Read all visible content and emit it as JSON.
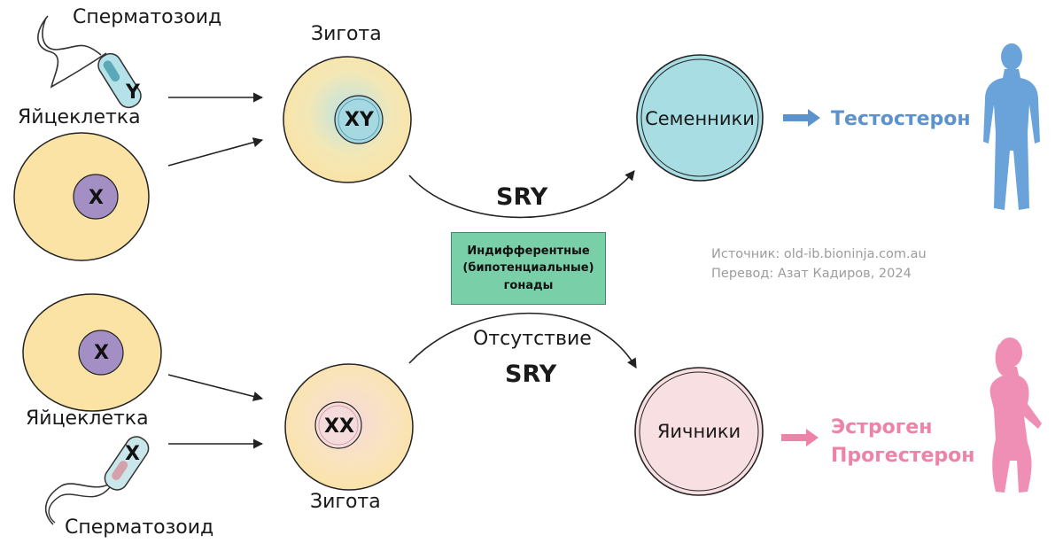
{
  "top": {
    "sperm_label": "Сперматозоид",
    "sperm_chromosome": "Y",
    "egg_label": "Яйцеклетка",
    "egg_chromosome": "X",
    "zygote_label": "Зигота",
    "zygote_chromosomes": "XY",
    "pathway_label": "SRY",
    "gonad_label": "Семенники",
    "hormones": [
      "Тестостерон"
    ]
  },
  "bottom": {
    "egg_label": "Яйцеклетка",
    "egg_chromosome": "X",
    "sperm_label": "Сперматозоид",
    "sperm_chromosome": "X",
    "zygote_label": "Зигота",
    "zygote_chromosomes": "XX",
    "pathway_label_1": "Отсутствие",
    "pathway_label_2": "SRY",
    "gonad_label": "Яичники",
    "hormones": [
      "Эстроген",
      "Прогестерон"
    ]
  },
  "center": {
    "lines": [
      "Индифферентные",
      "(бипотенциальные)",
      "гонады"
    ]
  },
  "credits": {
    "source": "Источник: old-ib.bioninja.com.au",
    "translation": "Перевод: Азат Кадиров, 2024"
  },
  "colors": {
    "cell_fill": "#fae3a4",
    "nucleus_x": "#a48fc4",
    "male_blue": "#5d93cc",
    "female_pink": "#ee83a8",
    "testis_fill": "#a8dde3",
    "ovary_fill": "#f8dfe2",
    "indifferent_box": "#78cfa8"
  }
}
